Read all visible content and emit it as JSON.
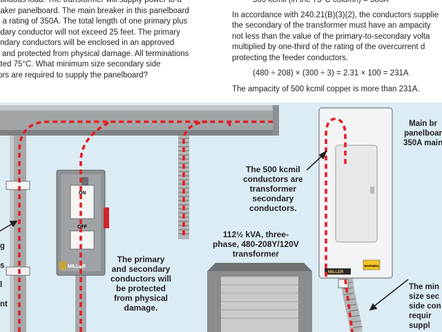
{
  "question_lines": [
    "ntinuous load. The transformer will supply power to a",
    "eaker panelboard. The main breaker in this panelboard",
    "e a rating of 350A. The total length of one primary plus",
    "ndary conductor will not exceed 25 feet. The primary",
    "ondary conductors will be enclosed in an approved",
    "y and protected from physical damage. All terminations",
    "ated 75°C. What minimum size secondary side",
    "tors are required to supply the panelboard?"
  ],
  "answer": {
    "line1": "500 kcmil (in the 75°C column) = 380A",
    "para_lines": [
      "In accordance with 240.21(B)(3)(2), the conductors supplie",
      "the secondary of the transformer must have an ampacity",
      "not less than the value of the primary-to-secondary volta",
      "multiplied by one-third of the rating of the overcurrent d",
      "protecting the feeder conductors."
    ],
    "formula": "(480 ÷ 208) × (300 ÷ 3) = 2.31 × 100 = 231A",
    "conclusion": "The ampacity of 500 kcmil copper is more than 231A."
  },
  "labels": {
    "kcmil": [
      "The 500 kcmil",
      "conductors are",
      "transformer",
      "secondary",
      "conductors."
    ],
    "protected": [
      "The primary",
      "and secondary",
      "conductors will",
      "be protected",
      "from physical",
      "damage."
    ],
    "transformer": [
      "112½ kVA, three-",
      "phase, 480-208Y/120V",
      "transformer"
    ],
    "main_breaker": [
      "Main br",
      "panelboar",
      "350A main"
    ],
    "minimum": [
      "The min",
      "size sec",
      "side con",
      "requir",
      "suppl"
    ],
    "left_edge": [
      "g",
      "s",
      "l",
      "nt"
    ]
  },
  "disconnect": {
    "brand": "MILLER",
    "on": "ON",
    "off": "OFF"
  },
  "panel": {
    "brand": "MILLER",
    "warning": "WARNING"
  },
  "colors": {
    "background": "#dcecf4",
    "conductor": "#e41e26",
    "enclosure": "#909496",
    "conduit": "#a4a6a8"
  }
}
